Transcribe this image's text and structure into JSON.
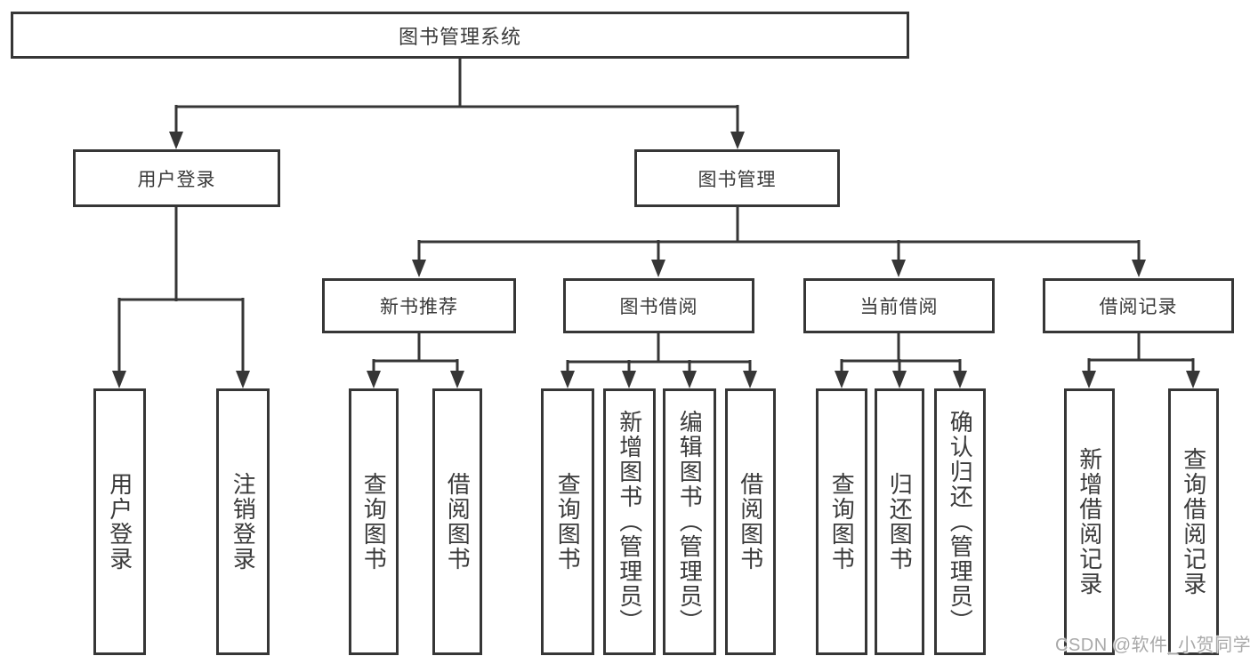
{
  "diagram": {
    "root": {
      "label": "图书管理系统",
      "children": [
        {
          "label": "用户登录",
          "children": [
            {
              "label": "用户登录"
            },
            {
              "label": "注销登录"
            }
          ]
        },
        {
          "label": "图书管理",
          "children": [
            {
              "label": "新书推荐",
              "children": [
                {
                  "label": "查询图书"
                },
                {
                  "label": "借阅图书"
                }
              ]
            },
            {
              "label": "图书借阅",
              "children": [
                {
                  "label": "查询图书"
                },
                {
                  "label": "新增图书（管理员）"
                },
                {
                  "label": "编辑图书（管理员）"
                },
                {
                  "label": "借阅图书"
                }
              ]
            },
            {
              "label": "当前借阅",
              "children": [
                {
                  "label": "查询图书"
                },
                {
                  "label": "归还图书"
                },
                {
                  "label": "确认归还（管理员）"
                }
              ]
            },
            {
              "label": "借阅记录",
              "children": [
                {
                  "label": "新增借阅记录"
                },
                {
                  "label": "查询借阅记录"
                }
              ]
            }
          ]
        }
      ]
    }
  },
  "watermark": {
    "text": "CSDN @软件_小贺同学"
  },
  "colors": {
    "line": "#363636",
    "text": "#3a3a3a",
    "background": "#ffffff",
    "watermark": "#a9a9a9"
  }
}
